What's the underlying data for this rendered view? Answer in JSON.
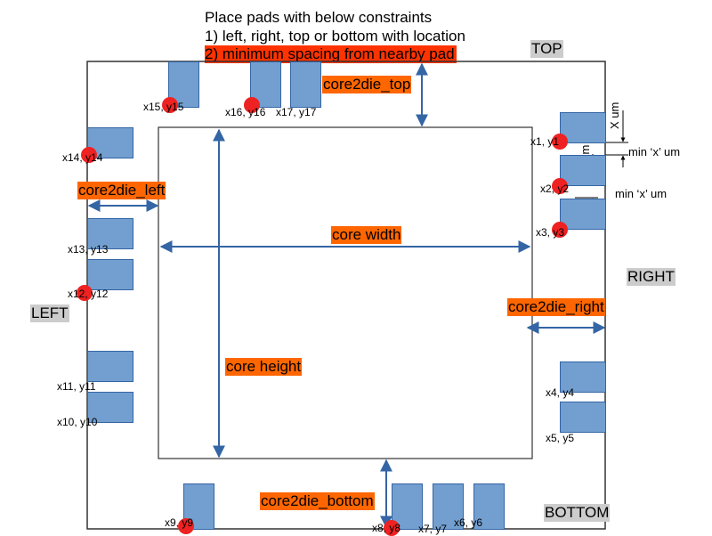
{
  "instructions": {
    "line1": "Place pads with below constraints",
    "line2": "1) left, right, top or bottom with location",
    "line3": "2) minimum spacing from nearby pad"
  },
  "sides": {
    "top": "TOP",
    "right": "RIGHT",
    "left": "LEFT",
    "bottom": "BOTTOM"
  },
  "dimensions": {
    "core2die_top": "core2die_top",
    "core2die_left": "core2die_left",
    "core2die_right": "core2die_right",
    "core2die_bottom": "core2die_bottom",
    "core_width": "core width",
    "core_height": "core height"
  },
  "spacing_annotations": {
    "pad_size_label": "X um",
    "min_spacing_label": "min ‘x’ um"
  },
  "pads": [
    {
      "id": 1,
      "label": "x1, y1",
      "side": "right",
      "pin_marked": true
    },
    {
      "id": 2,
      "label": "x2, y2",
      "side": "right",
      "pin_marked": true
    },
    {
      "id": 3,
      "label": "x3, y3",
      "side": "right",
      "pin_marked": true
    },
    {
      "id": 4,
      "label": "x4, y4",
      "side": "right",
      "pin_marked": false
    },
    {
      "id": 5,
      "label": "x5, y5",
      "side": "right",
      "pin_marked": false
    },
    {
      "id": 6,
      "label": "x6, y6",
      "side": "bottom",
      "pin_marked": false
    },
    {
      "id": 7,
      "label": "x7, y7",
      "side": "bottom",
      "pin_marked": false
    },
    {
      "id": 8,
      "label": "x8, y8",
      "side": "bottom",
      "pin_marked": true
    },
    {
      "id": 9,
      "label": "x9, y9",
      "side": "bottom",
      "pin_marked": true
    },
    {
      "id": 10,
      "label": "x10, y10",
      "side": "left",
      "pin_marked": false
    },
    {
      "id": 11,
      "label": "x11, y11",
      "side": "left",
      "pin_marked": false
    },
    {
      "id": 12,
      "label": "x12, y12",
      "side": "left",
      "pin_marked": true
    },
    {
      "id": 13,
      "label": "x13, y13",
      "side": "left",
      "pin_marked": false
    },
    {
      "id": 14,
      "label": "x14, y14",
      "side": "left",
      "pin_marked": true
    },
    {
      "id": 15,
      "label": "x15, y15",
      "side": "top",
      "pin_marked": true
    },
    {
      "id": 16,
      "label": "x16, y16",
      "side": "top",
      "pin_marked": true
    },
    {
      "id": 17,
      "label": "x17, y17",
      "side": "top",
      "pin_marked": false
    }
  ],
  "colors": {
    "pad_fill": "#729fcf",
    "pad_border": "#3465a4",
    "pin_marker": "#ee2222",
    "dimension_highlight": "#ff6600",
    "constraint_highlight": "#ff3300",
    "side_tag_bg": "#cccccc",
    "arrow": "#3465a4"
  }
}
